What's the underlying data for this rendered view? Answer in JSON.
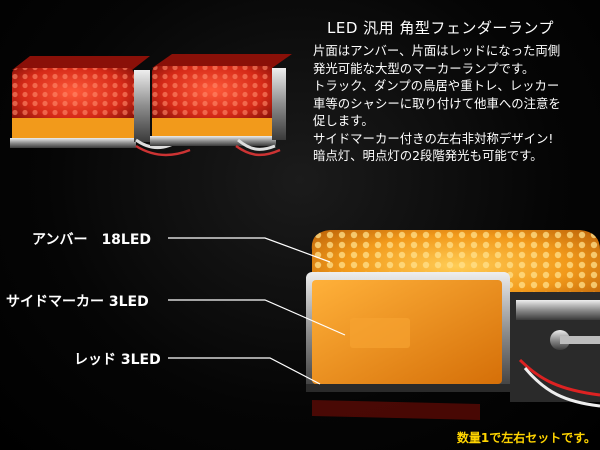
{
  "title": "LED 汎用 角型フェンダーランプ",
  "description_lines": [
    "片面はアンバー、片面はレッドになった両側",
    "発光可能な大型のマーカーランプです。",
    "トラック、ダンプの鳥居や重トレ、レッカー",
    "車等のシャシーに取り付けて他車への注意を",
    "促します。",
    "サイドマーカー付きの左右非対称デザイン!",
    "暗点灯、明点灯の2段階発光も可能です。"
  ],
  "callouts": {
    "amber": "アンバー　18LED",
    "side_marker": "サイドマーカー 3LED",
    "red": "レッド 3LED"
  },
  "footer_note": "数量1で左右セットです。",
  "colors": {
    "text": "#ffffff",
    "footer": "#ffd400",
    "amber": "#f39a1e",
    "red": "#d92a1c"
  }
}
